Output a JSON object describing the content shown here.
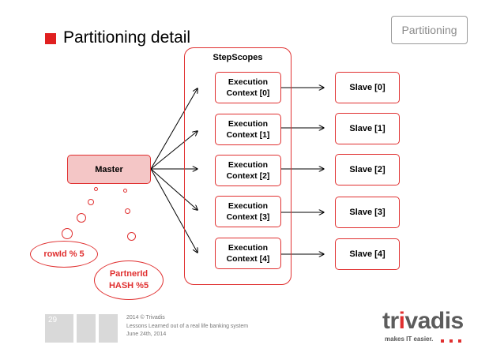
{
  "tag": "Partitioning",
  "title": "Partitioning detail",
  "diagram": {
    "container_label": "StepScopes",
    "master": "Master",
    "contexts": [
      {
        "line1": "Execution",
        "line2": "Context [0]"
      },
      {
        "line1": "Execution",
        "line2": "Context [1]"
      },
      {
        "line1": "Execution",
        "line2": "Context [2]"
      },
      {
        "line1": "Execution",
        "line2": "Context [3]"
      },
      {
        "line1": "Execution",
        "line2": "Context [4]"
      }
    ],
    "slaves": [
      "Slave [0]",
      "Slave [1]",
      "Slave [2]",
      "Slave [3]",
      "Slave [4]"
    ],
    "thoughts": [
      {
        "line1": "rowId % 5"
      },
      {
        "line1": "PartnerId",
        "line2": "HASH %5"
      }
    ]
  },
  "footer": {
    "page_number": "29",
    "line1": "2014 © Trivadis",
    "line2": "Lessons Learned out of a real life banking system",
    "line3": "June 24th, 2014"
  },
  "logo": {
    "word_part1": "tr",
    "word_part2": "i",
    "word_part3": "vadis",
    "tagline": "makes IT easier."
  },
  "colors": {
    "accent": "#e03030",
    "master_fill": "#f4c6c6",
    "footer_box": "#d9d9d9"
  }
}
